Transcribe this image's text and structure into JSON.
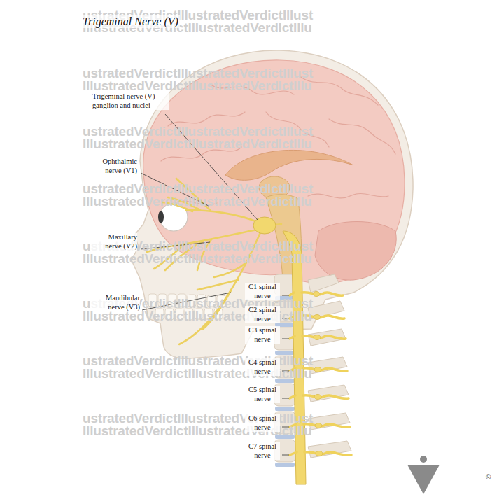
{
  "diagram": {
    "title": "Trigeminal Nerve (V)",
    "labels": [
      "Trigeminal nerve (V) ganglion and nuclei",
      "Ophthalmic nerve (V1)",
      "Maxillary nerve (V2)",
      "Mandibular nerve (V3)",
      "C1 spinal nerve",
      "C2 spinal nerve",
      "C3 spinal nerve",
      "C4 spinal nerve",
      "C5 spinal nerve",
      "C6 spinal nerve",
      "C7 spinal nerve",
      "©",
      "ustratedVerdictIllustratedVerdictIllust",
      "IllustratedVerdictIllustratedVerdictIllu",
      "ustratedVerdictIllustratedVerdictIllust",
      "IllustratedVerdictIllustratedVerdictIllu",
      "ustratedVerdictIllustratedVerdictIllust",
      "IllustratedVerdictIllustratedVerdictIllu",
      "ustratedVerdictIllustratedVerdictIllust",
      "IllustratedVerdictIllustratedVerdictIllu",
      "ustratedVerdictIllustratedVerdictIllust",
      "IllustratedVerdictIllustratedVerdictIllu",
      "ustratedVerdictIllustratedVerdictIllust",
      "IllustratedVerdictIllustratedVerdictIllu",
      "ustratedVerdictIllustratedVerdictIllust",
      "IllustratedVerdictIllustratedVerdictIllu",
      "ustratedVerdictIllustratedVerdictIllust",
      "IllustratedVerdictIllustratedVerdictIllu"
    ]
  }
}
